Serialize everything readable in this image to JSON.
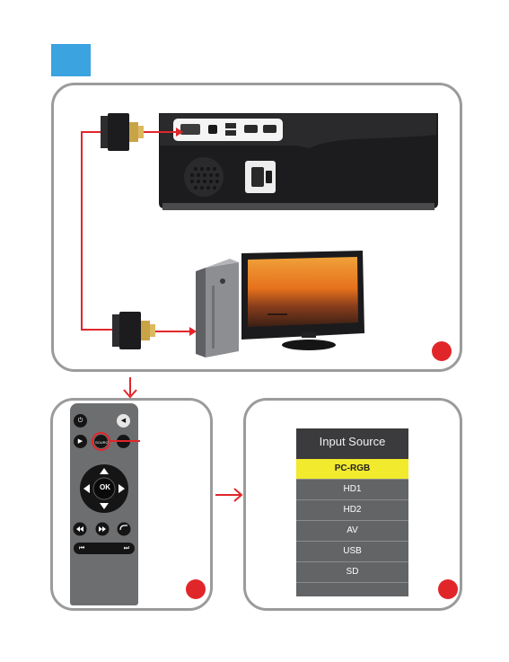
{
  "colors": {
    "step_square": "#3aa3e0",
    "panel_border": "#9b9b9b",
    "cable_red": "#e1262a",
    "menu_bg": "#636466",
    "menu_header": "#3b3b3d",
    "menu_selected": "#f2ea2c",
    "remote_body": "#6d6e70"
  },
  "remote": {
    "ok_label": "OK",
    "source_label": "SOURCE"
  },
  "input_menu": {
    "title": "Input Source",
    "items": [
      "PC-RGB",
      "HD1",
      "HD2",
      "AV",
      "USB",
      "SD"
    ],
    "selected": "PC-RGB"
  },
  "icons": [
    "power-icon",
    "mute-icon",
    "play-pause-icon",
    "menu-icon",
    "up-arrow-icon",
    "down-arrow-icon",
    "left-arrow-icon",
    "right-arrow-icon",
    "rewind-icon",
    "fast-forward-icon",
    "return-icon",
    "previous-icon",
    "next-icon"
  ]
}
